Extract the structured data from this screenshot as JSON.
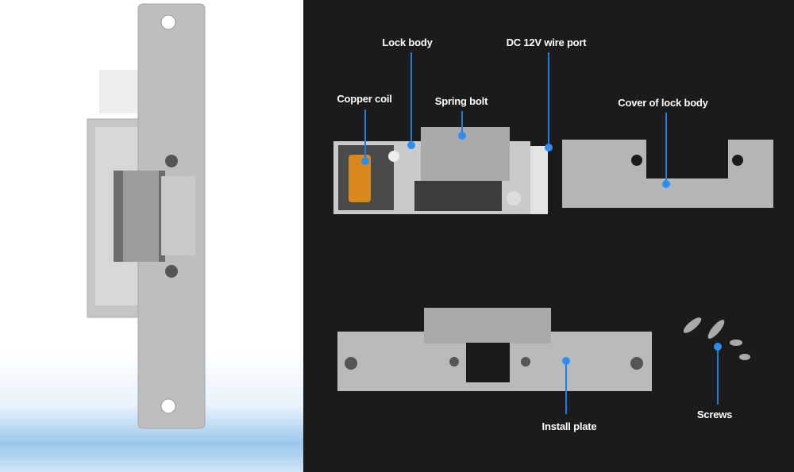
{
  "labels": {
    "lock_body": "Lock body",
    "dc_port": "DC 12V wire port",
    "copper_coil": "Copper coil",
    "spring_bolt": "Spring bolt",
    "cover": "Cover of lock body",
    "install_plate": "Install plate",
    "screws": "Screws"
  },
  "colors": {
    "accent": "#1f7fd8",
    "background": "#1b1b1b",
    "metal": "#b8b9bb"
  }
}
